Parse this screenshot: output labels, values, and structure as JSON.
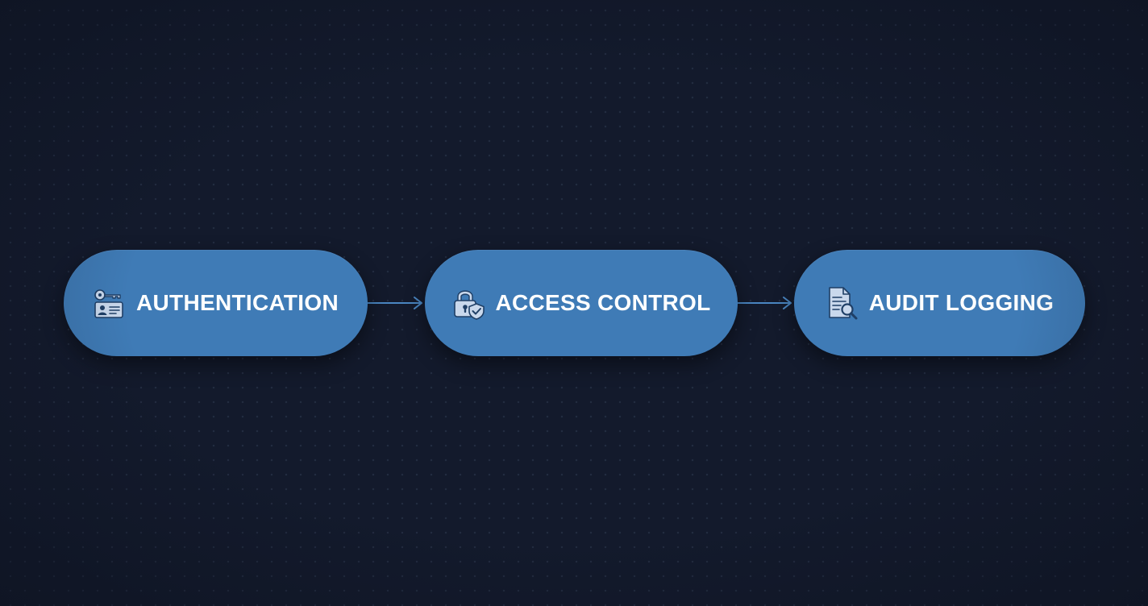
{
  "diagram": {
    "nodes": [
      {
        "id": "authentication",
        "label": "AUTHENTICATION",
        "icon": "key-id-card-icon"
      },
      {
        "id": "access-control",
        "label": "ACCESS CONTROL",
        "icon": "lock-shield-icon"
      },
      {
        "id": "audit-logging",
        "label": "AUDIT LOGGING",
        "icon": "document-search-icon"
      }
    ],
    "edges": [
      {
        "from": "authentication",
        "to": "access-control"
      },
      {
        "from": "access-control",
        "to": "audit-logging"
      }
    ]
  },
  "colors": {
    "background": "#131a2c",
    "node_fill": "#3f7bb6",
    "connector": "#4a86c2",
    "label_text": "#ffffff",
    "icon_fill": "#c9d8ec",
    "icon_stroke": "#1f3f66"
  }
}
